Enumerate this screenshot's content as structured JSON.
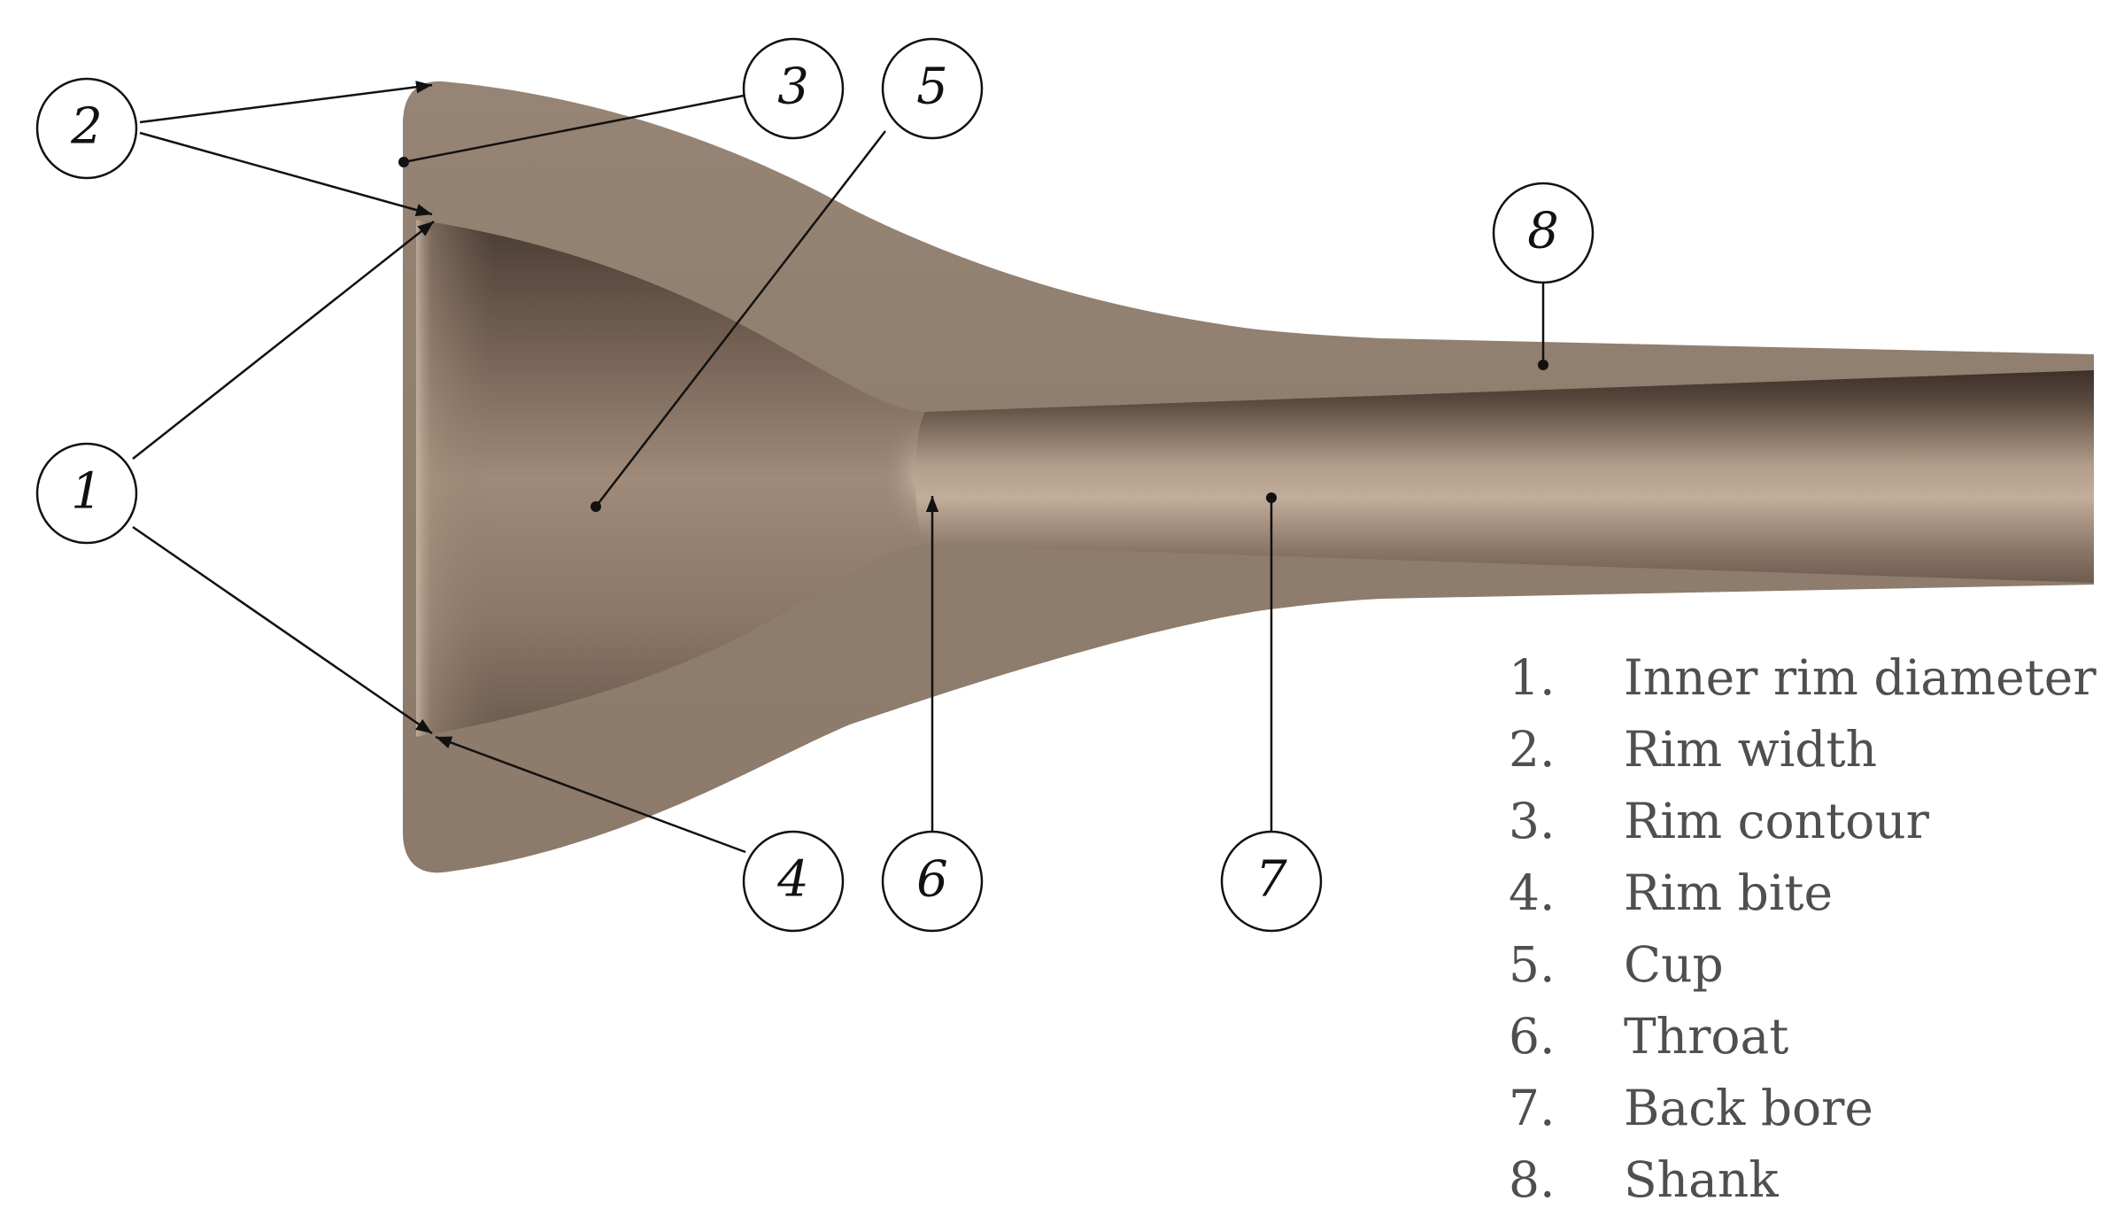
{
  "colors": {
    "body": "#8f7d6d",
    "body_light": "#a99483",
    "cavity_dark": "#4a3c33",
    "cavity_light": "#c7b1a0",
    "line": "#111111",
    "legend_text": "#4f4f4f",
    "callout_fill": "#ffffff"
  },
  "callouts": [
    {
      "id": "1",
      "label": "1"
    },
    {
      "id": "2",
      "label": "2"
    },
    {
      "id": "3",
      "label": "3"
    },
    {
      "id": "4",
      "label": "4"
    },
    {
      "id": "5",
      "label": "5"
    },
    {
      "id": "6",
      "label": "6"
    },
    {
      "id": "7",
      "label": "7"
    },
    {
      "id": "8",
      "label": "8"
    }
  ],
  "legend": [
    {
      "num": "1.",
      "label": "Inner rim diameter"
    },
    {
      "num": "2.",
      "label": "Rim width"
    },
    {
      "num": "3.",
      "label": "Rim contour"
    },
    {
      "num": "4.",
      "label": "Rim bite"
    },
    {
      "num": "5.",
      "label": "Cup"
    },
    {
      "num": "6.",
      "label": "Throat"
    },
    {
      "num": "7.",
      "label": "Back bore"
    },
    {
      "num": "8.",
      "label": "Shank"
    }
  ]
}
